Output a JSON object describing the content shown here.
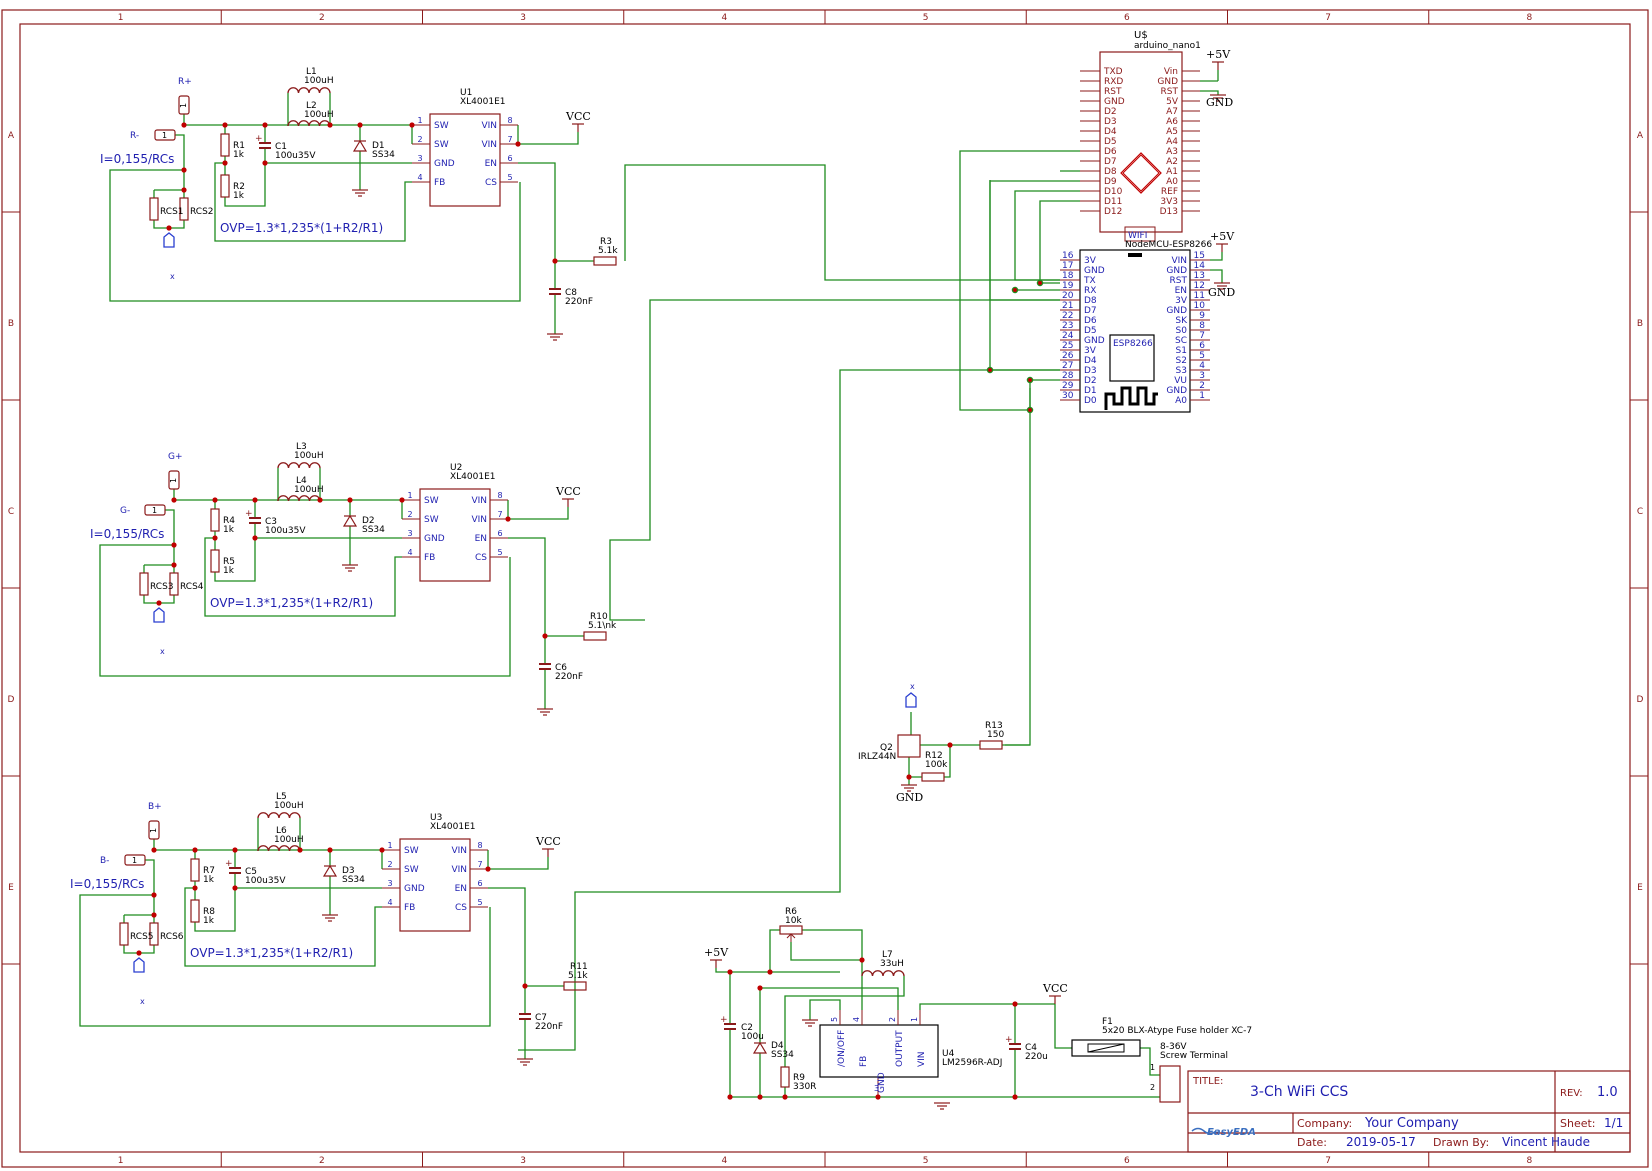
{
  "frame": {
    "columns": [
      "1",
      "2",
      "3",
      "4",
      "5",
      "6",
      "7",
      "8"
    ],
    "rows": [
      "A",
      "B",
      "C",
      "D",
      "E"
    ]
  },
  "colors": {
    "frame": "#8b1a1a",
    "wire": "#1e8c1e",
    "part": "#8b1a1a",
    "label": "#1f1fb0",
    "junction": "#c00000"
  },
  "channels": [
    {
      "plus": "R+",
      "minus": "R-",
      "current_note": "I=0,155/RCs",
      "ovp_note": "OVP=1.3*1,235*(1+R2/R1)",
      "ic_ref": "U1",
      "ic_value": "XL4001E1",
      "l_a_ref": "L1",
      "l_a_val": "100uH",
      "l_b_ref": "L2",
      "l_b_val": "100uH",
      "r_top_ref": "R1",
      "r_top_val": "1k",
      "r_bot_ref": "R2",
      "r_bot_val": "1k",
      "cap_ref": "C1",
      "cap_val": "100u35V",
      "diode_ref": "D1",
      "diode_val": "SS34",
      "rcs_a": "RCS1",
      "rcs_b": "RCS2",
      "r_en_ref": "R3",
      "r_en_val": "5.1k",
      "c_en_ref": "C8",
      "c_en_val": "220nF",
      "vcc": "VCC",
      "x_mark": "x"
    },
    {
      "plus": "G+",
      "minus": "G-",
      "current_note": "I=0,155/RCs",
      "ovp_note": "OVP=1.3*1,235*(1+R2/R1)",
      "ic_ref": "U2",
      "ic_value": "XL4001E1",
      "l_a_ref": "L3",
      "l_a_val": "100uH",
      "l_b_ref": "L4",
      "l_b_val": "100uH",
      "r_top_ref": "R4",
      "r_top_val": "1k",
      "r_bot_ref": "R5",
      "r_bot_val": "1k",
      "cap_ref": "C3",
      "cap_val": "100u35V",
      "diode_ref": "D2",
      "diode_val": "SS34",
      "rcs_a": "RCS3",
      "rcs_b": "RCS4",
      "r_en_ref": "R10",
      "r_en_val": "5.1\\nk",
      "c_en_ref": "C6",
      "c_en_val": "220nF",
      "vcc": "VCC",
      "x_mark": "x"
    },
    {
      "plus": "B+",
      "minus": "B-",
      "current_note": "I=0,155/RCs",
      "ovp_note": "OVP=1.3*1,235*(1+R2/R1)",
      "ic_ref": "U3",
      "ic_value": "XL4001E1",
      "l_a_ref": "L5",
      "l_a_val": "100uH",
      "l_b_ref": "L6",
      "l_b_val": "100uH",
      "r_top_ref": "R7",
      "r_top_val": "1k",
      "r_bot_ref": "R8",
      "r_bot_val": "1k",
      "cap_ref": "C5",
      "cap_val": "100u35V",
      "diode_ref": "D3",
      "diode_val": "SS34",
      "rcs_a": "RCS5",
      "rcs_b": "RCS6",
      "r_en_ref": "R11",
      "r_en_val": "5.1k",
      "c_en_ref": "C7",
      "c_en_val": "220nF",
      "vcc": "VCC",
      "x_mark": "x"
    }
  ],
  "ic_pins": {
    "left": [
      {
        "n": "1",
        "name": "SW"
      },
      {
        "n": "2",
        "name": "SW"
      },
      {
        "n": "3",
        "name": "GND"
      },
      {
        "n": "4",
        "name": "FB"
      }
    ],
    "right": [
      {
        "n": "8",
        "name": "VIN"
      },
      {
        "n": "7",
        "name": "VIN"
      },
      {
        "n": "6",
        "name": "EN"
      },
      {
        "n": "5",
        "name": "CS"
      }
    ]
  },
  "nano": {
    "ref": "U$",
    "value": "arduino_nano1",
    "left_pins": [
      "TXD",
      "RXD",
      "RST",
      "GND",
      "D2",
      "D3",
      "D4",
      "D5",
      "D6",
      "D7",
      "D8",
      "D9",
      "D10",
      "D11",
      "D12"
    ],
    "right_pins": [
      "Vin",
      "GND",
      "RST",
      "5V",
      "A7",
      "A6",
      "A5",
      "A4",
      "A3",
      "A2",
      "A1",
      "A0",
      "REF",
      "3V3",
      "D13"
    ],
    "supply": "+5V",
    "gnd": "GND"
  },
  "nodemcu": {
    "tag": "WIFI",
    "name": "NodeMCU-ESP8266",
    "chip": "ESP8266",
    "supply": "+5V",
    "gnd": "GND",
    "left_pins": [
      {
        "n": "16",
        "name": "3V"
      },
      {
        "n": "17",
        "name": "GND"
      },
      {
        "n": "18",
        "name": "TX"
      },
      {
        "n": "19",
        "name": "RX"
      },
      {
        "n": "20",
        "name": "D8"
      },
      {
        "n": "21",
        "name": "D7"
      },
      {
        "n": "22",
        "name": "D6"
      },
      {
        "n": "23",
        "name": "D5"
      },
      {
        "n": "24",
        "name": "GND"
      },
      {
        "n": "25",
        "name": "3V"
      },
      {
        "n": "26",
        "name": "D4"
      },
      {
        "n": "27",
        "name": "D3"
      },
      {
        "n": "28",
        "name": "D2"
      },
      {
        "n": "29",
        "name": "D1"
      },
      {
        "n": "30",
        "name": "D0"
      }
    ],
    "right_pins": [
      {
        "n": "15",
        "name": "VIN"
      },
      {
        "n": "14",
        "name": "GND"
      },
      {
        "n": "13",
        "name": "RST"
      },
      {
        "n": "12",
        "name": "EN"
      },
      {
        "n": "11",
        "name": "3V"
      },
      {
        "n": "10",
        "name": "GND"
      },
      {
        "n": "9",
        "name": "SK"
      },
      {
        "n": "8",
        "name": "S0"
      },
      {
        "n": "7",
        "name": "SC"
      },
      {
        "n": "6",
        "name": "S1"
      },
      {
        "n": "5",
        "name": "S2"
      },
      {
        "n": "4",
        "name": "S3"
      },
      {
        "n": "3",
        "name": "VU"
      },
      {
        "n": "2",
        "name": "GND"
      },
      {
        "n": "1",
        "name": "A0"
      }
    ]
  },
  "mosfet": {
    "ref": "Q2",
    "value": "IRLZ44N",
    "r_gate_ref": "R13",
    "r_gate_val": "150",
    "r_pd_ref": "R12",
    "r_pd_val": "100k",
    "gnd": "GND",
    "x_mark": "x"
  },
  "regulator": {
    "ref": "U4",
    "value": "LM2596R-ADJ",
    "pins": [
      {
        "n": "5",
        "name": "/ON/OFF"
      },
      {
        "n": "4",
        "name": "FB"
      },
      {
        "n": "2",
        "name": "OUTPUT"
      },
      {
        "n": "1",
        "name": "VIN"
      },
      {
        "n": "3",
        "name": "GND"
      }
    ],
    "pot_ref": "R6",
    "pot_val": "10k",
    "l_ref": "L7",
    "l_val": "33uH",
    "c_out_ref": "C2",
    "c_out_val": "100u",
    "diode_ref": "D4",
    "diode_val": "SS34",
    "r_ref": "R9",
    "r_val": "330R",
    "c_in_ref": "C4",
    "c_in_val": "220u",
    "out_label": "+5V",
    "in_label": "VCC"
  },
  "fuse": {
    "ref": "F1",
    "value": "5x20 BLX-Atype Fuse holder XC-7",
    "terminal_a": "8-36V",
    "terminal_b": "Screw Terminal",
    "pin1": "1",
    "pin2": "2"
  },
  "title_block": {
    "title_label": "TITLE:",
    "title": "3-Ch WiFi CCS",
    "rev_label": "REV:",
    "rev": "1.0",
    "company_label": "Company:",
    "company": "Your Company",
    "sheet_label": "Sheet:",
    "sheet": "1/1",
    "date_label": "Date:",
    "date": "2019-05-17",
    "drawn_label": "Drawn By:",
    "drawn_by": "Vincent Haude",
    "logo": "EasyEDA"
  }
}
